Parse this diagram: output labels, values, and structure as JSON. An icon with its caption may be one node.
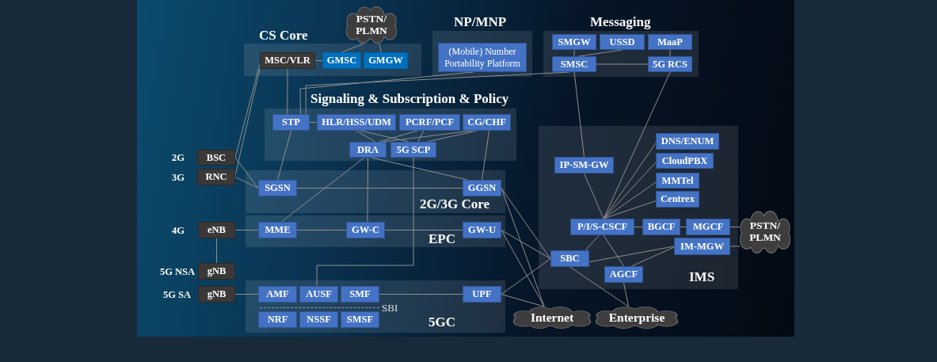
{
  "diagram": {
    "nodes": [
      {
        "text": [
          "PSTN/ PLMN"
        ]
      },
      {
        "text": [
          "CS Core"
        ]
      },
      {
        "text": [
          "MSC/VLR"
        ],
        "in": 1
      },
      {
        "text": [
          "GMSC"
        ],
        "in": 1
      },
      {
        "text": [
          "GMGW"
        ],
        "in": 1
      },
      {
        "text": [
          "NP/MNP"
        ]
      },
      {
        "text": [
          "(Mobile) Number Portability Platform"
        ],
        "in": 5
      },
      {
        "text": [
          "Messaging"
        ]
      },
      {
        "text": [
          "SMGW"
        ],
        "in": 7
      },
      {
        "text": [
          "USSD"
        ],
        "in": 7
      },
      {
        "text": [
          "MaaP"
        ],
        "in": 7
      },
      {
        "text": [
          "SMSC"
        ],
        "in": 7
      },
      {
        "text": [
          "5G RCS"
        ],
        "in": 7
      },
      {
        "text": [
          "Signaling & Subscription & Policy"
        ]
      },
      {
        "text": [
          "STP"
        ],
        "in": 13
      },
      {
        "text": [
          "HLR/HSS/UDM"
        ],
        "in": 13
      },
      {
        "text": [
          "PCRF/PCF"
        ],
        "in": 13
      },
      {
        "text": [
          "CG/CHF"
        ],
        "in": 13
      },
      {
        "text": [
          "DRA"
        ],
        "in": 13
      },
      {
        "text": [
          "5G SCP"
        ],
        "in": 13
      },
      {
        "text": [
          "IMS"
        ]
      },
      {
        "text": [
          "DNS/ENUM"
        ],
        "in": 20
      },
      {
        "text": [
          "CloudPBX"
        ],
        "in": 20
      },
      {
        "text": [
          "IP-SM-GW"
        ],
        "in": 20
      },
      {
        "text": [
          "MMTel"
        ],
        "in": 20
      },
      {
        "text": [
          "Centrex"
        ],
        "in": 20
      },
      {
        "text": [
          "P/I/S-CSCF"
        ],
        "in": 20
      },
      {
        "text": [
          "BGCF"
        ],
        "in": 20
      },
      {
        "text": [
          "MGCF"
        ],
        "in": 20
      },
      {
        "text": [
          "IM-MGW"
        ],
        "in": 20
      },
      {
        "text": [
          "SBC"
        ],
        "in": 20
      },
      {
        "text": [
          "AGCF"
        ],
        "in": 20
      },
      {
        "text": [
          "PSTN/ PLMN"
        ]
      },
      {
        "text": [
          "BSC"
        ],
        "beside": [
          "2G"
        ]
      },
      {
        "text": [
          "RNC"
        ],
        "beside": [
          "3G"
        ]
      },
      {
        "text": [
          "2G/3G Core"
        ]
      },
      {
        "text": [
          "SGSN"
        ],
        "in": 35
      },
      {
        "text": [
          "GGSN"
        ],
        "in": 35
      },
      {
        "text": [
          "eNB"
        ],
        "beside": [
          "4G"
        ]
      },
      {
        "text": [
          "EPC"
        ]
      },
      {
        "text": [
          "MME"
        ],
        "in": 39
      },
      {
        "text": [
          "GW-C"
        ],
        "in": 39
      },
      {
        "text": [
          "GW-U"
        ],
        "in": 39
      },
      {
        "text": [
          "gNB"
        ],
        "beside": [
          "5G NSA"
        ]
      },
      {
        "text": [
          "gNB"
        ],
        "beside": [
          "5G SA"
        ]
      },
      {
        "text": [
          "5GC"
        ]
      },
      {
        "text": [
          "AMF"
        ],
        "in": 45
      },
      {
        "text": [
          "AUSF"
        ],
        "in": 45
      },
      {
        "text": [
          "SMF"
        ],
        "in": 45
      },
      {
        "text": [],
        "shape": "bar",
        "in": 45,
        "beside": [
          "SBI"
        ]
      },
      {
        "text": [
          "NRF"
        ],
        "in": 45
      },
      {
        "text": [
          "NSSF"
        ],
        "in": 45
      },
      {
        "text": [
          "SMSF"
        ],
        "in": 45
      },
      {
        "text": [
          "UPF"
        ],
        "in": 45
      },
      {
        "text": [
          "Internet"
        ]
      },
      {
        "text": [
          "Enterprise"
        ]
      }
    ],
    "edges": [
      {
        "from": 2,
        "to": 3,
        "arrow": "none"
      },
      {
        "from": 3,
        "to": 0,
        "arrow": "none"
      },
      {
        "from": 4,
        "to": 0,
        "arrow": "none"
      },
      {
        "from": 2,
        "to": 33,
        "arrow": "none"
      },
      {
        "from": 2,
        "to": 34,
        "arrow": "none"
      },
      {
        "from": 2,
        "to": 14,
        "arrow": "none"
      },
      {
        "from": 8,
        "to": 11,
        "arrow": "none"
      },
      {
        "from": 9,
        "to": 11,
        "arrow": "none"
      },
      {
        "from": 10,
        "to": 12,
        "arrow": "none"
      },
      {
        "from": 11,
        "to": 12,
        "arrow": "none"
      },
      {
        "from": 6,
        "to": 14,
        "arrow": "none"
      },
      {
        "from": 11,
        "to": 14,
        "arrow": "none"
      },
      {
        "from": 14,
        "to": 15,
        "arrow": "none"
      },
      {
        "from": 15,
        "to": 18,
        "arrow": "none"
      },
      {
        "from": 15,
        "to": 19,
        "arrow": "none"
      },
      {
        "from": 16,
        "to": 18,
        "arrow": "none"
      },
      {
        "from": 16,
        "to": 19,
        "arrow": "none"
      },
      {
        "from": 17,
        "to": 18,
        "arrow": "none"
      },
      {
        "from": 17,
        "to": 19,
        "arrow": "none"
      },
      {
        "from": 17,
        "to": 37,
        "arrow": "none"
      },
      {
        "from": 14,
        "to": 36,
        "arrow": "none"
      },
      {
        "from": 18,
        "to": 40,
        "arrow": "none"
      },
      {
        "from": 18,
        "to": 41,
        "arrow": "none"
      },
      {
        "from": 18,
        "to": 37,
        "arrow": "none"
      },
      {
        "from": 19,
        "to": 47,
        "arrow": "none"
      },
      {
        "from": 11,
        "to": 23,
        "arrow": "none"
      },
      {
        "from": 12,
        "to": 26,
        "arrow": "none"
      },
      {
        "from": 23,
        "to": 26,
        "arrow": "none"
      },
      {
        "from": 21,
        "to": 26,
        "arrow": "none"
      },
      {
        "from": 22,
        "to": 26,
        "arrow": "none"
      },
      {
        "from": 24,
        "to": 26,
        "arrow": "none"
      },
      {
        "from": 25,
        "to": 26,
        "arrow": "none"
      },
      {
        "from": 26,
        "to": 27,
        "arrow": "none"
      },
      {
        "from": 27,
        "to": 28,
        "arrow": "none"
      },
      {
        "from": 28,
        "to": 32,
        "arrow": "none"
      },
      {
        "from": 29,
        "to": 32,
        "arrow": "none"
      },
      {
        "from": 26,
        "to": 30,
        "arrow": "none"
      },
      {
        "from": 26,
        "to": 31,
        "arrow": "none"
      },
      {
        "from": 30,
        "to": 29,
        "arrow": "none"
      },
      {
        "from": 31,
        "to": 29,
        "arrow": "none"
      },
      {
        "from": 30,
        "to": 55,
        "arrow": "none"
      },
      {
        "from": 31,
        "to": 55,
        "arrow": "none"
      },
      {
        "from": 33,
        "to": 36,
        "arrow": "none"
      },
      {
        "from": 34,
        "to": 36,
        "arrow": "none"
      },
      {
        "from": 36,
        "to": 37,
        "arrow": "none"
      },
      {
        "from": 37,
        "to": 30,
        "arrow": "none"
      },
      {
        "from": 37,
        "to": 54,
        "arrow": "none"
      },
      {
        "from": 38,
        "to": 40,
        "arrow": "none"
      },
      {
        "from": 40,
        "to": 41,
        "arrow": "none"
      },
      {
        "from": 41,
        "to": 42,
        "arrow": "none"
      },
      {
        "from": 42,
        "to": 30,
        "arrow": "none"
      },
      {
        "from": 42,
        "to": 54,
        "arrow": "none"
      },
      {
        "from": 38,
        "to": 43,
        "arrow": "none"
      },
      {
        "from": 44,
        "to": 46,
        "arrow": "none"
      },
      {
        "from": 48,
        "to": 53,
        "arrow": "none"
      },
      {
        "from": 53,
        "to": 30,
        "arrow": "none"
      },
      {
        "from": 53,
        "to": 54,
        "arrow": "none"
      }
    ]
  }
}
